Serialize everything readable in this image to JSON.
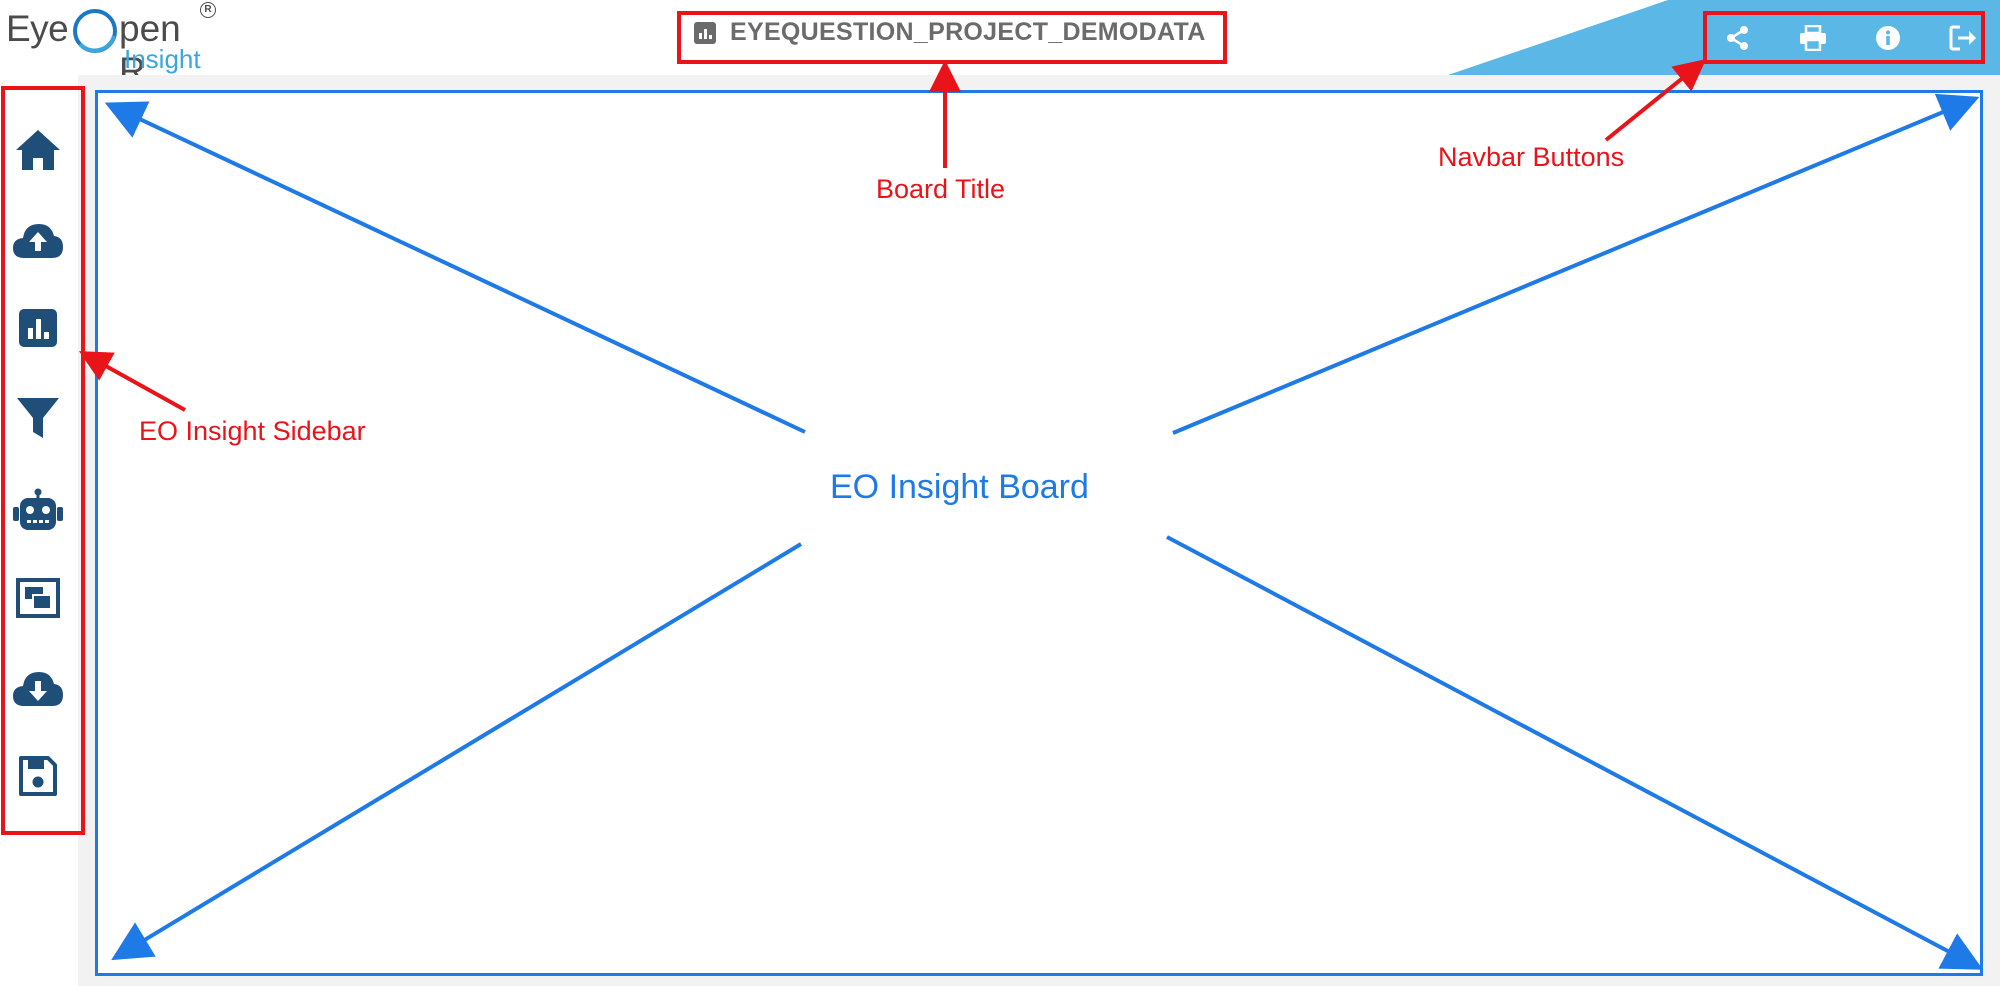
{
  "app": {
    "logo": {
      "brand_part1": "Eye",
      "brand_part2": "pen R",
      "sub": "Insight",
      "registered": "R"
    }
  },
  "header": {
    "board_title": "EYEQUESTION_PROJECT_DEMODATA",
    "title_icon": "bar-chart-icon"
  },
  "navbar": {
    "buttons": [
      {
        "icon": "share-icon"
      },
      {
        "icon": "print-icon"
      },
      {
        "icon": "info-icon"
      },
      {
        "icon": "sign-out-icon"
      }
    ],
    "color": "#5bb8e6"
  },
  "sidebar": {
    "items": [
      {
        "icon": "home-icon"
      },
      {
        "icon": "cloud-upload-icon"
      },
      {
        "icon": "chart-icon"
      },
      {
        "icon": "filter-icon"
      },
      {
        "icon": "robot-icon"
      },
      {
        "icon": "layout-icon"
      },
      {
        "icon": "cloud-download-icon"
      },
      {
        "icon": "save-icon"
      }
    ],
    "icon_color": "#1f4e79"
  },
  "board": {
    "label": "EO Insight Board",
    "color": "#1e7ae6"
  },
  "annotations": {
    "board_title": "Board Title",
    "navbar_buttons": "Navbar Buttons",
    "sidebar": "EO Insight Sidebar",
    "color": "#e8141a"
  }
}
